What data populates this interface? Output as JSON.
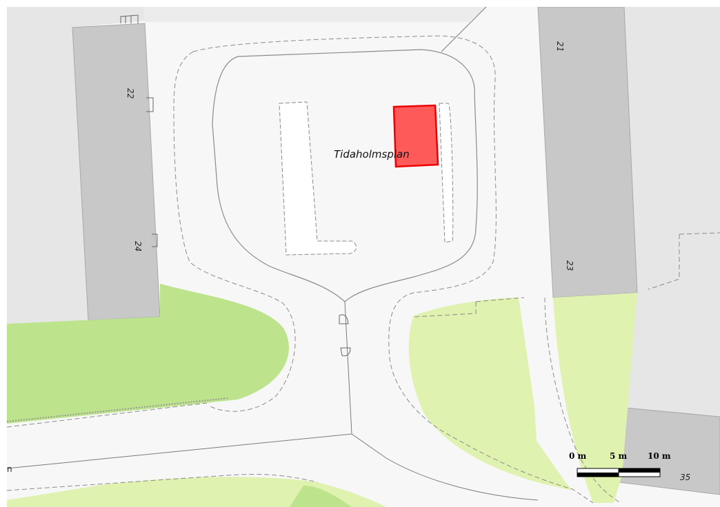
{
  "map": {
    "place_name": "Tidaholmsplan",
    "house_numbers": [
      "21",
      "22",
      "23",
      "24",
      "35"
    ],
    "edge_label": "n",
    "scale_bar": {
      "labels": [
        "0 m",
        "5 m",
        "10 m"
      ]
    },
    "highlight": {
      "name": "selected-parcel",
      "fill": "#ff5a5a",
      "stroke": "#ee0000"
    },
    "colors": {
      "background": "#f7f7f7",
      "building": "#c8c8c8",
      "building_outline": "#a0a0a0",
      "light_land": "#e6e6e6",
      "park": "#bde48c",
      "grass": "#dff2b0",
      "line": "#7a7a7a"
    }
  }
}
